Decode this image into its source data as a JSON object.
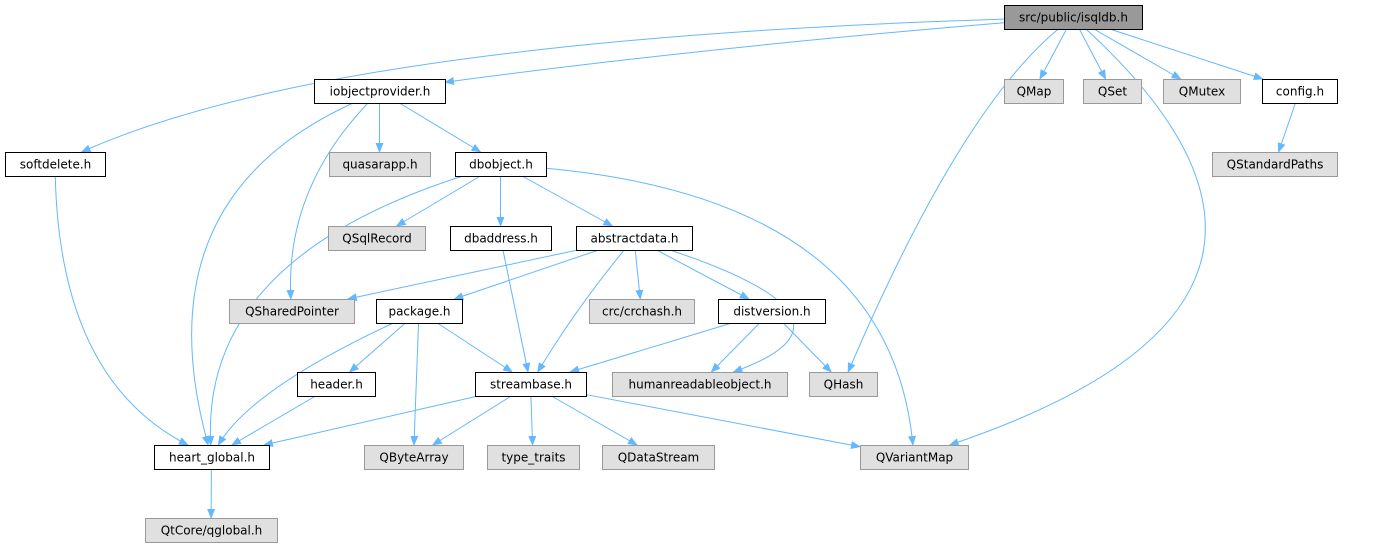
{
  "colors": {
    "edge": "#63b8ff",
    "node_border": "#000000",
    "node_external_border": "#999999",
    "node_focus_fill": "#999999",
    "node_local_fill": "#ffffff",
    "node_external_fill": "#e0e0e0",
    "text": "#000000"
  },
  "nodes": [
    {
      "id": "isqldb",
      "label": "src/public/isqldb.h",
      "kind": "focus"
    },
    {
      "id": "iobjectprovider",
      "label": "iobjectprovider.h",
      "kind": "local"
    },
    {
      "id": "qmap",
      "label": "QMap",
      "kind": "external"
    },
    {
      "id": "qset",
      "label": "QSet",
      "kind": "external"
    },
    {
      "id": "qmutex",
      "label": "QMutex",
      "kind": "external"
    },
    {
      "id": "config",
      "label": "config.h",
      "kind": "local"
    },
    {
      "id": "softdelete",
      "label": "softdelete.h",
      "kind": "local"
    },
    {
      "id": "quasarapp",
      "label": "quasarapp.h",
      "kind": "external"
    },
    {
      "id": "dbobject",
      "label": "dbobject.h",
      "kind": "local"
    },
    {
      "id": "qstandardpaths",
      "label": "QStandardPaths",
      "kind": "external"
    },
    {
      "id": "qsqlrecord",
      "label": "QSqlRecord",
      "kind": "external"
    },
    {
      "id": "dbaddress",
      "label": "dbaddress.h",
      "kind": "local"
    },
    {
      "id": "abstractdata",
      "label": "abstractdata.h",
      "kind": "local"
    },
    {
      "id": "qsharedpointer",
      "label": "QSharedPointer",
      "kind": "external"
    },
    {
      "id": "package",
      "label": "package.h",
      "kind": "local"
    },
    {
      "id": "crchash",
      "label": "crc/crchash.h",
      "kind": "external"
    },
    {
      "id": "distversion",
      "label": "distversion.h",
      "kind": "local"
    },
    {
      "id": "header",
      "label": "header.h",
      "kind": "local"
    },
    {
      "id": "streambase",
      "label": "streambase.h",
      "kind": "local"
    },
    {
      "id": "humanreadableobject",
      "label": "humanreadableobject.h",
      "kind": "external"
    },
    {
      "id": "qhash",
      "label": "QHash",
      "kind": "external"
    },
    {
      "id": "heart_global",
      "label": "heart_global.h",
      "kind": "local"
    },
    {
      "id": "qbytearray",
      "label": "QByteArray",
      "kind": "external"
    },
    {
      "id": "type_traits",
      "label": "type_traits",
      "kind": "external"
    },
    {
      "id": "qdatastream",
      "label": "QDataStream",
      "kind": "external"
    },
    {
      "id": "qvariantmap",
      "label": "QVariantMap",
      "kind": "external"
    },
    {
      "id": "qglobal",
      "label": "QtCore/qglobal.h",
      "kind": "external"
    }
  ],
  "edges": [
    [
      "isqldb",
      "iobjectprovider"
    ],
    [
      "isqldb",
      "qmap"
    ],
    [
      "isqldb",
      "qset"
    ],
    [
      "isqldb",
      "qmutex"
    ],
    [
      "isqldb",
      "config"
    ],
    [
      "isqldb",
      "softdelete"
    ],
    [
      "isqldb",
      "qhash"
    ],
    [
      "isqldb",
      "qvariantmap"
    ],
    [
      "iobjectprovider",
      "quasarapp"
    ],
    [
      "iobjectprovider",
      "dbobject"
    ],
    [
      "iobjectprovider",
      "qsharedpointer"
    ],
    [
      "iobjectprovider",
      "heart_global"
    ],
    [
      "config",
      "qstandardpaths"
    ],
    [
      "softdelete",
      "heart_global"
    ],
    [
      "dbobject",
      "qsqlrecord"
    ],
    [
      "dbobject",
      "dbaddress"
    ],
    [
      "dbobject",
      "abstractdata"
    ],
    [
      "dbobject",
      "heart_global"
    ],
    [
      "dbobject",
      "qvariantmap"
    ],
    [
      "dbaddress",
      "streambase"
    ],
    [
      "abstractdata",
      "qsharedpointer"
    ],
    [
      "abstractdata",
      "package"
    ],
    [
      "abstractdata",
      "crchash"
    ],
    [
      "abstractdata",
      "distversion"
    ],
    [
      "abstractdata",
      "streambase"
    ],
    [
      "abstractdata",
      "humanreadableobject"
    ],
    [
      "package",
      "header"
    ],
    [
      "package",
      "streambase"
    ],
    [
      "package",
      "heart_global"
    ],
    [
      "package",
      "qbytearray"
    ],
    [
      "distversion",
      "streambase"
    ],
    [
      "distversion",
      "humanreadableobject"
    ],
    [
      "distversion",
      "qhash"
    ],
    [
      "header",
      "heart_global"
    ],
    [
      "streambase",
      "heart_global"
    ],
    [
      "streambase",
      "qbytearray"
    ],
    [
      "streambase",
      "type_traits"
    ],
    [
      "streambase",
      "qdatastream"
    ],
    [
      "streambase",
      "qvariantmap"
    ],
    [
      "heart_global",
      "qglobal"
    ]
  ]
}
